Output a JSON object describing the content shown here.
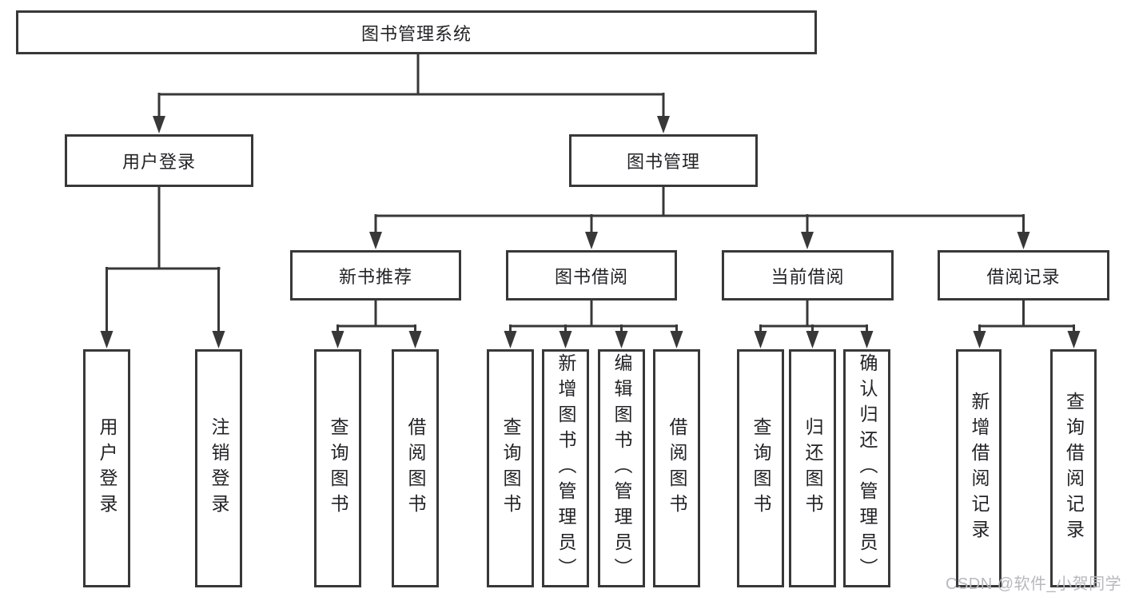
{
  "tree": {
    "root": {
      "label": "图书管理系统"
    },
    "children": [
      {
        "label": "用户登录",
        "children": [
          {
            "label": "用户登录"
          },
          {
            "label": "注销登录"
          }
        ]
      },
      {
        "label": "图书管理",
        "children": [
          {
            "label": "新书推荐",
            "children": [
              {
                "label": "查询图书"
              },
              {
                "label": "借阅图书"
              }
            ]
          },
          {
            "label": "图书借阅",
            "children": [
              {
                "label": "查询图书"
              },
              {
                "label": "新增图书（管理员）"
              },
              {
                "label": "编辑图书（管理员）"
              },
              {
                "label": "借阅图书"
              }
            ]
          },
          {
            "label": "当前借阅",
            "children": [
              {
                "label": "查询图书"
              },
              {
                "label": "归还图书"
              },
              {
                "label": "确认归还（管理员）"
              }
            ]
          },
          {
            "label": "借阅记录",
            "children": [
              {
                "label": "新增借阅记录"
              },
              {
                "label": "查询借阅记录"
              }
            ]
          }
        ]
      }
    ]
  },
  "watermark": "CSDN @软件_小贺同学",
  "colors": {
    "line": "#383838",
    "text": "#222326",
    "background": "#ffffff",
    "watermark": "#b6b8bc"
  }
}
